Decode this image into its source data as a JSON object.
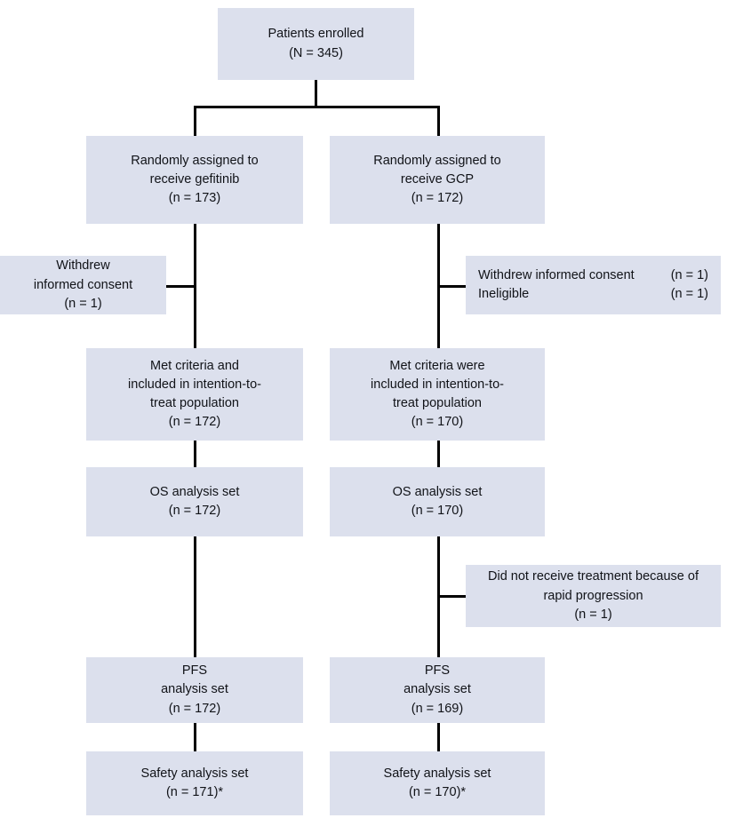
{
  "diagram": {
    "title": "CONSORT patient flow diagram",
    "box_fill": "#dce0ed",
    "connector_color": "#000000"
  },
  "nodes": {
    "enrolled": {
      "lines": [
        "Patients enrolled",
        "(N = 345)"
      ]
    },
    "assigned_gefitinib": {
      "lines": [
        "Randomly assigned to",
        "receive gefitinib",
        "(n = 173)"
      ]
    },
    "assigned_gcp": {
      "lines": [
        "Randomly assigned to",
        "receive GCP",
        "(n = 172)"
      ]
    },
    "excluded_gefitinib": {
      "lines": [
        "Withdrew",
        "informed consent",
        "(n = 1)"
      ]
    },
    "excluded_gcp": {
      "rows": [
        {
          "label": "Withdrew informed consent",
          "value": "(n = 1)"
        },
        {
          "label": "Ineligible",
          "value": "(n = 1)"
        }
      ]
    },
    "itt_gefitinib": {
      "lines": [
        "Met criteria and",
        "included in intention-to-",
        "treat population",
        "(n = 172)"
      ]
    },
    "itt_gcp": {
      "lines": [
        "Met criteria were",
        "included in intention-to-",
        "treat population",
        "(n = 170)"
      ]
    },
    "os_gefitinib": {
      "lines": [
        "OS analysis set",
        "(n = 172)"
      ]
    },
    "os_gcp": {
      "lines": [
        "OS analysis set",
        "(n = 170)"
      ]
    },
    "no_treatment_gcp": {
      "lines": [
        "Did not receive treatment because of",
        "rapid progression",
        "(n = 1)"
      ]
    },
    "pfs_gefitinib": {
      "lines": [
        "PFS",
        "analysis set",
        "(n = 172)"
      ]
    },
    "pfs_gcp": {
      "lines": [
        "PFS",
        "analysis set",
        "(n = 169)"
      ]
    },
    "safety_gefitinib": {
      "lines": [
        "Safety analysis set",
        "(n = 171)*"
      ]
    },
    "safety_gcp": {
      "lines": [
        "Safety analysis set",
        "(n = 170)*"
      ]
    }
  }
}
